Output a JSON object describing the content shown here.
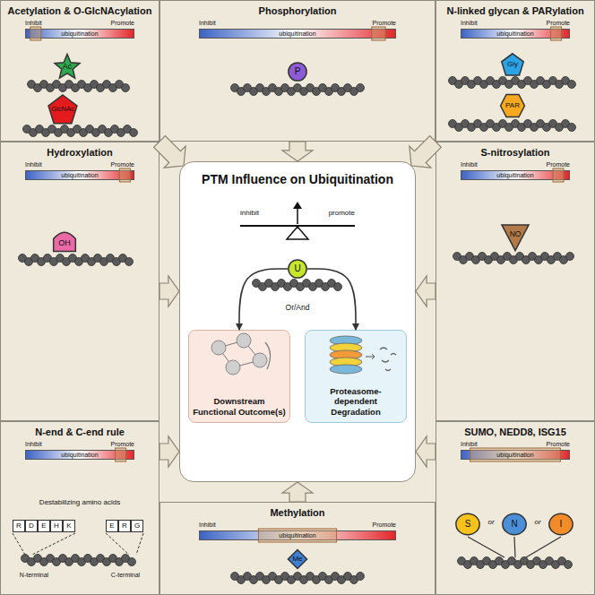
{
  "diagram": {
    "nodes": [
      {
        "text": [
          "Acetylation & O-GlcNAcylation"
        ]
      },
      {
        "text": [
          "ubiquitination"
        ],
        "in": 0
      },
      {
        "text": [
          "Ac"
        ],
        "in": 0
      },
      {
        "text": [
          "GlcNAc"
        ],
        "in": 0
      },
      {
        "text": [
          "Phosphorylation"
        ]
      },
      {
        "text": [
          "ubiquitination"
        ],
        "in": 4
      },
      {
        "text": [
          "P"
        ],
        "in": 4
      },
      {
        "text": [
          "N-linked glycan & PARylation"
        ]
      },
      {
        "text": [
          "ubiquitination"
        ],
        "in": 7
      },
      {
        "text": [
          "Gly"
        ],
        "in": 7
      },
      {
        "text": [
          "PAR"
        ],
        "in": 7
      },
      {
        "text": [
          "Hydroxylation"
        ]
      },
      {
        "text": [
          "ubiquitination"
        ],
        "in": 11
      },
      {
        "text": [
          "OH"
        ],
        "in": 11
      },
      {
        "text": [
          "PTM Influence on Ubiquitination"
        ]
      },
      {
        "text": [
          "U"
        ],
        "in": 14
      },
      {
        "text": [
          "Downstream Functional Outcome(s)"
        ],
        "in": 14
      },
      {
        "text": [
          "Proteasome-dependent Degradation"
        ],
        "in": 14
      },
      {
        "text": [
          "S-nitrosylation"
        ]
      },
      {
        "text": [
          "ubiquitination"
        ],
        "in": 18
      },
      {
        "text": [
          "NO"
        ],
        "in": 18
      },
      {
        "text": [
          "N-end & C-end rule"
        ]
      },
      {
        "text": [
          "ubiquitination"
        ],
        "in": 21
      },
      {
        "text": [
          "R"
        ],
        "in": 21
      },
      {
        "text": [
          "D"
        ],
        "in": 21
      },
      {
        "text": [
          "E"
        ],
        "in": 21
      },
      {
        "text": [
          "H"
        ],
        "in": 21
      },
      {
        "text": [
          "K"
        ],
        "in": 21
      },
      {
        "text": [
          "E"
        ],
        "in": 21
      },
      {
        "text": [
          "R"
        ],
        "in": 21
      },
      {
        "text": [
          "G"
        ],
        "in": 21
      },
      {
        "text": [
          "Methylation"
        ]
      },
      {
        "text": [
          "ubiquitination"
        ],
        "in": 31
      },
      {
        "text": [
          "Me"
        ],
        "in": 31
      },
      {
        "text": [
          "SUMO, NEDD8, ISG15"
        ]
      },
      {
        "text": [
          "ubiquitination"
        ],
        "in": 34
      },
      {
        "text": [
          "S"
        ],
        "in": 34
      },
      {
        "text": [
          "N"
        ],
        "in": 34
      },
      {
        "text": [
          "I"
        ],
        "in": 34
      }
    ],
    "edges": [
      {
        "from": 0,
        "to": 14,
        "arrow": "to"
      },
      {
        "from": 4,
        "to": 14,
        "arrow": "to"
      },
      {
        "from": 7,
        "to": 14,
        "arrow": "to"
      },
      {
        "from": 11,
        "to": 14,
        "arrow": "to"
      },
      {
        "from": 18,
        "to": 14,
        "arrow": "to"
      },
      {
        "from": 21,
        "to": 14,
        "arrow": "to"
      },
      {
        "from": 31,
        "to": 14,
        "arrow": "to"
      },
      {
        "from": 34,
        "to": 14,
        "arrow": "to"
      },
      {
        "from": 15,
        "to": 16,
        "arrow": "to"
      },
      {
        "from": 15,
        "to": 17,
        "arrow": "to"
      }
    ],
    "labels": [
      "Inhibit",
      "Promote",
      "Inhibit",
      "Promote",
      "Inhibit",
      "Promote",
      "Inhibit",
      "Promote",
      "Inhibit",
      "Promote",
      "Inhibit",
      "Promote",
      "Inhibit",
      "Promote",
      "Inhibit",
      "Promote",
      "inhibit",
      "promote",
      "Or/And",
      "Destabilizing amino acids",
      "N-terminal",
      "C-terminal",
      "or",
      "or"
    ]
  }
}
